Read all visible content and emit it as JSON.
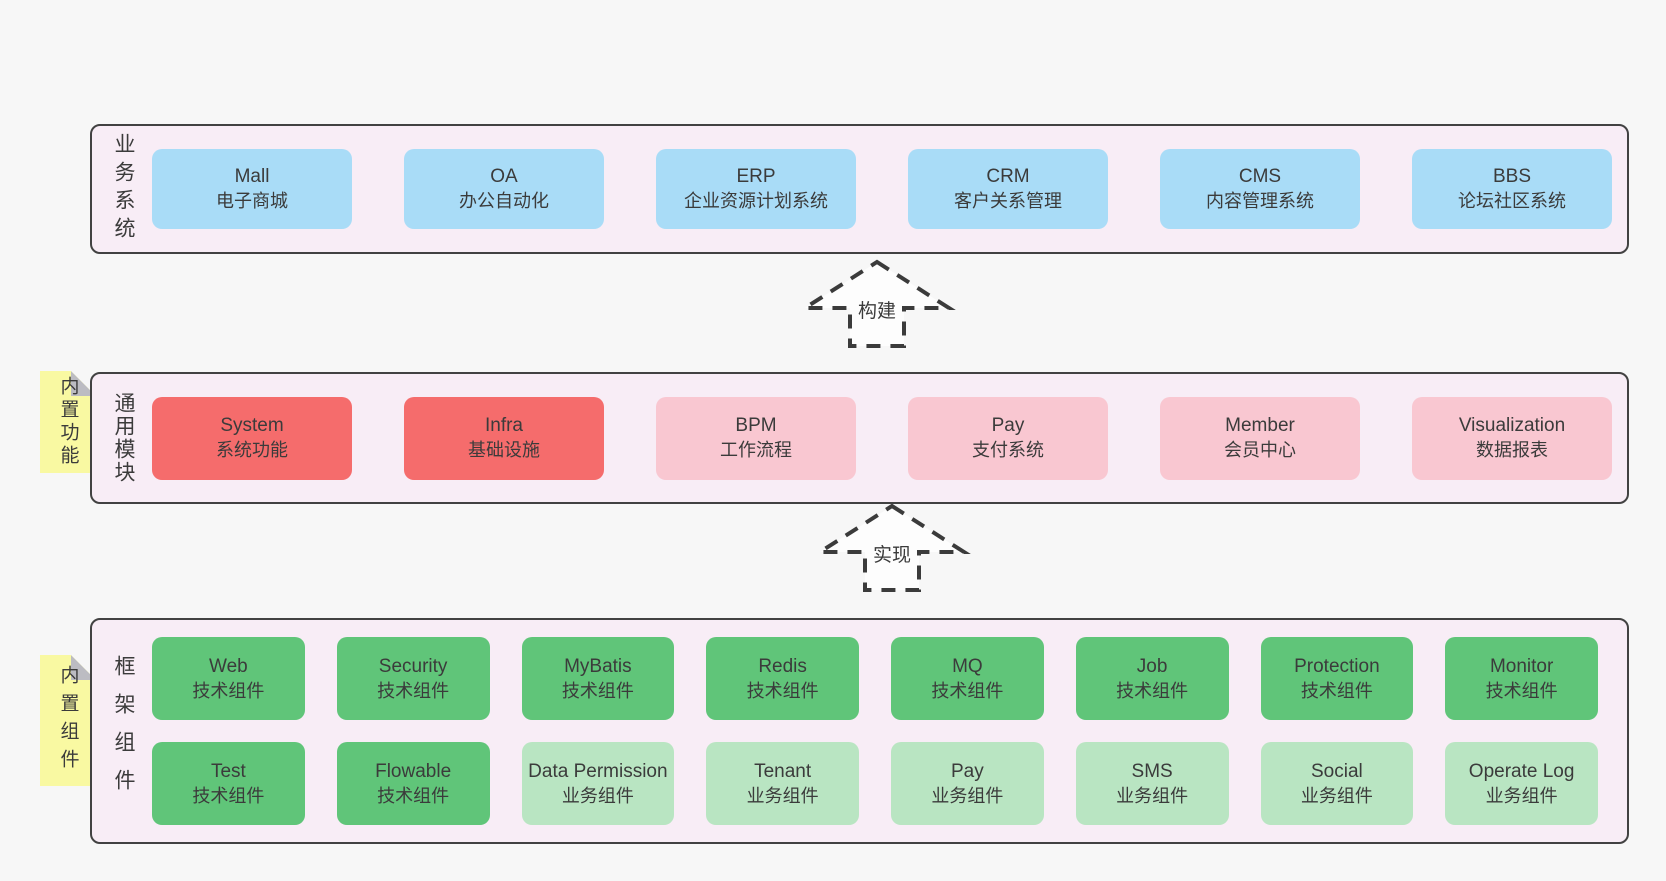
{
  "diagram": {
    "layers": [
      {
        "label": "业务系统",
        "note": null,
        "rows": [
          [
            {
              "name": "Mall",
              "desc": "电子商城",
              "color": "blue"
            },
            {
              "name": "OA",
              "desc": "办公自动化",
              "color": "blue"
            },
            {
              "name": "ERP",
              "desc": "企业资源计划系统",
              "color": "blue"
            },
            {
              "name": "CRM",
              "desc": "客户关系管理",
              "color": "blue"
            },
            {
              "name": "CMS",
              "desc": "内容管理系统",
              "color": "blue"
            },
            {
              "name": "BBS",
              "desc": "论坛社区系统",
              "color": "blue"
            }
          ]
        ]
      },
      {
        "label": "通用模块",
        "note": "内置功能",
        "rows": [
          [
            {
              "name": "System",
              "desc": "系统功能",
              "color": "red"
            },
            {
              "name": "Infra",
              "desc": "基础设施",
              "color": "red"
            },
            {
              "name": "BPM",
              "desc": "工作流程",
              "color": "pink"
            },
            {
              "name": "Pay",
              "desc": "支付系统",
              "color": "pink"
            },
            {
              "name": "Member",
              "desc": "会员中心",
              "color": "pink"
            },
            {
              "name": "Visualization",
              "desc": "数据报表",
              "color": "pink"
            }
          ]
        ]
      },
      {
        "label": "框架组件",
        "note": "内置组件",
        "rows": [
          [
            {
              "name": "Web",
              "desc": "技术组件",
              "color": "green"
            },
            {
              "name": "Security",
              "desc": "技术组件",
              "color": "green"
            },
            {
              "name": "MyBatis",
              "desc": "技术组件",
              "color": "green"
            },
            {
              "name": "Redis",
              "desc": "技术组件",
              "color": "green"
            },
            {
              "name": "MQ",
              "desc": "技术组件",
              "color": "green"
            },
            {
              "name": "Job",
              "desc": "技术组件",
              "color": "green"
            },
            {
              "name": "Protection",
              "desc": "技术组件",
              "color": "green"
            },
            {
              "name": "Monitor",
              "desc": "技术组件",
              "color": "green"
            }
          ],
          [
            {
              "name": "Test",
              "desc": "技术组件",
              "color": "green"
            },
            {
              "name": "Flowable",
              "desc": "技术组件",
              "color": "green"
            },
            {
              "name": "Data Permission",
              "desc": "业务组件",
              "color": "green_light"
            },
            {
              "name": "Tenant",
              "desc": "业务组件",
              "color": "green_light"
            },
            {
              "name": "Pay",
              "desc": "业务组件",
              "color": "green_light"
            },
            {
              "name": "SMS",
              "desc": "业务组件",
              "color": "green_light"
            },
            {
              "name": "Social",
              "desc": "业务组件",
              "color": "green_light"
            },
            {
              "name": "Operate Log",
              "desc": "业务组件",
              "color": "green_light"
            }
          ]
        ]
      }
    ],
    "arrows": [
      {
        "label": "构建"
      },
      {
        "label": "实现"
      }
    ],
    "colors": {
      "page_background": "#f7f7f7",
      "layer_background": "#f8edf6",
      "layer_border": "#424242",
      "box_blue": "#a9dcf7",
      "box_red": "#f56c6c",
      "box_pink": "#f9c7d1",
      "box_green": "#60c579",
      "box_green_light": "#b9e5c2",
      "note_yellow": "#f9f9a2",
      "note_fold_gray": "#bcbcc2",
      "text": "#3b3b3b"
    }
  }
}
